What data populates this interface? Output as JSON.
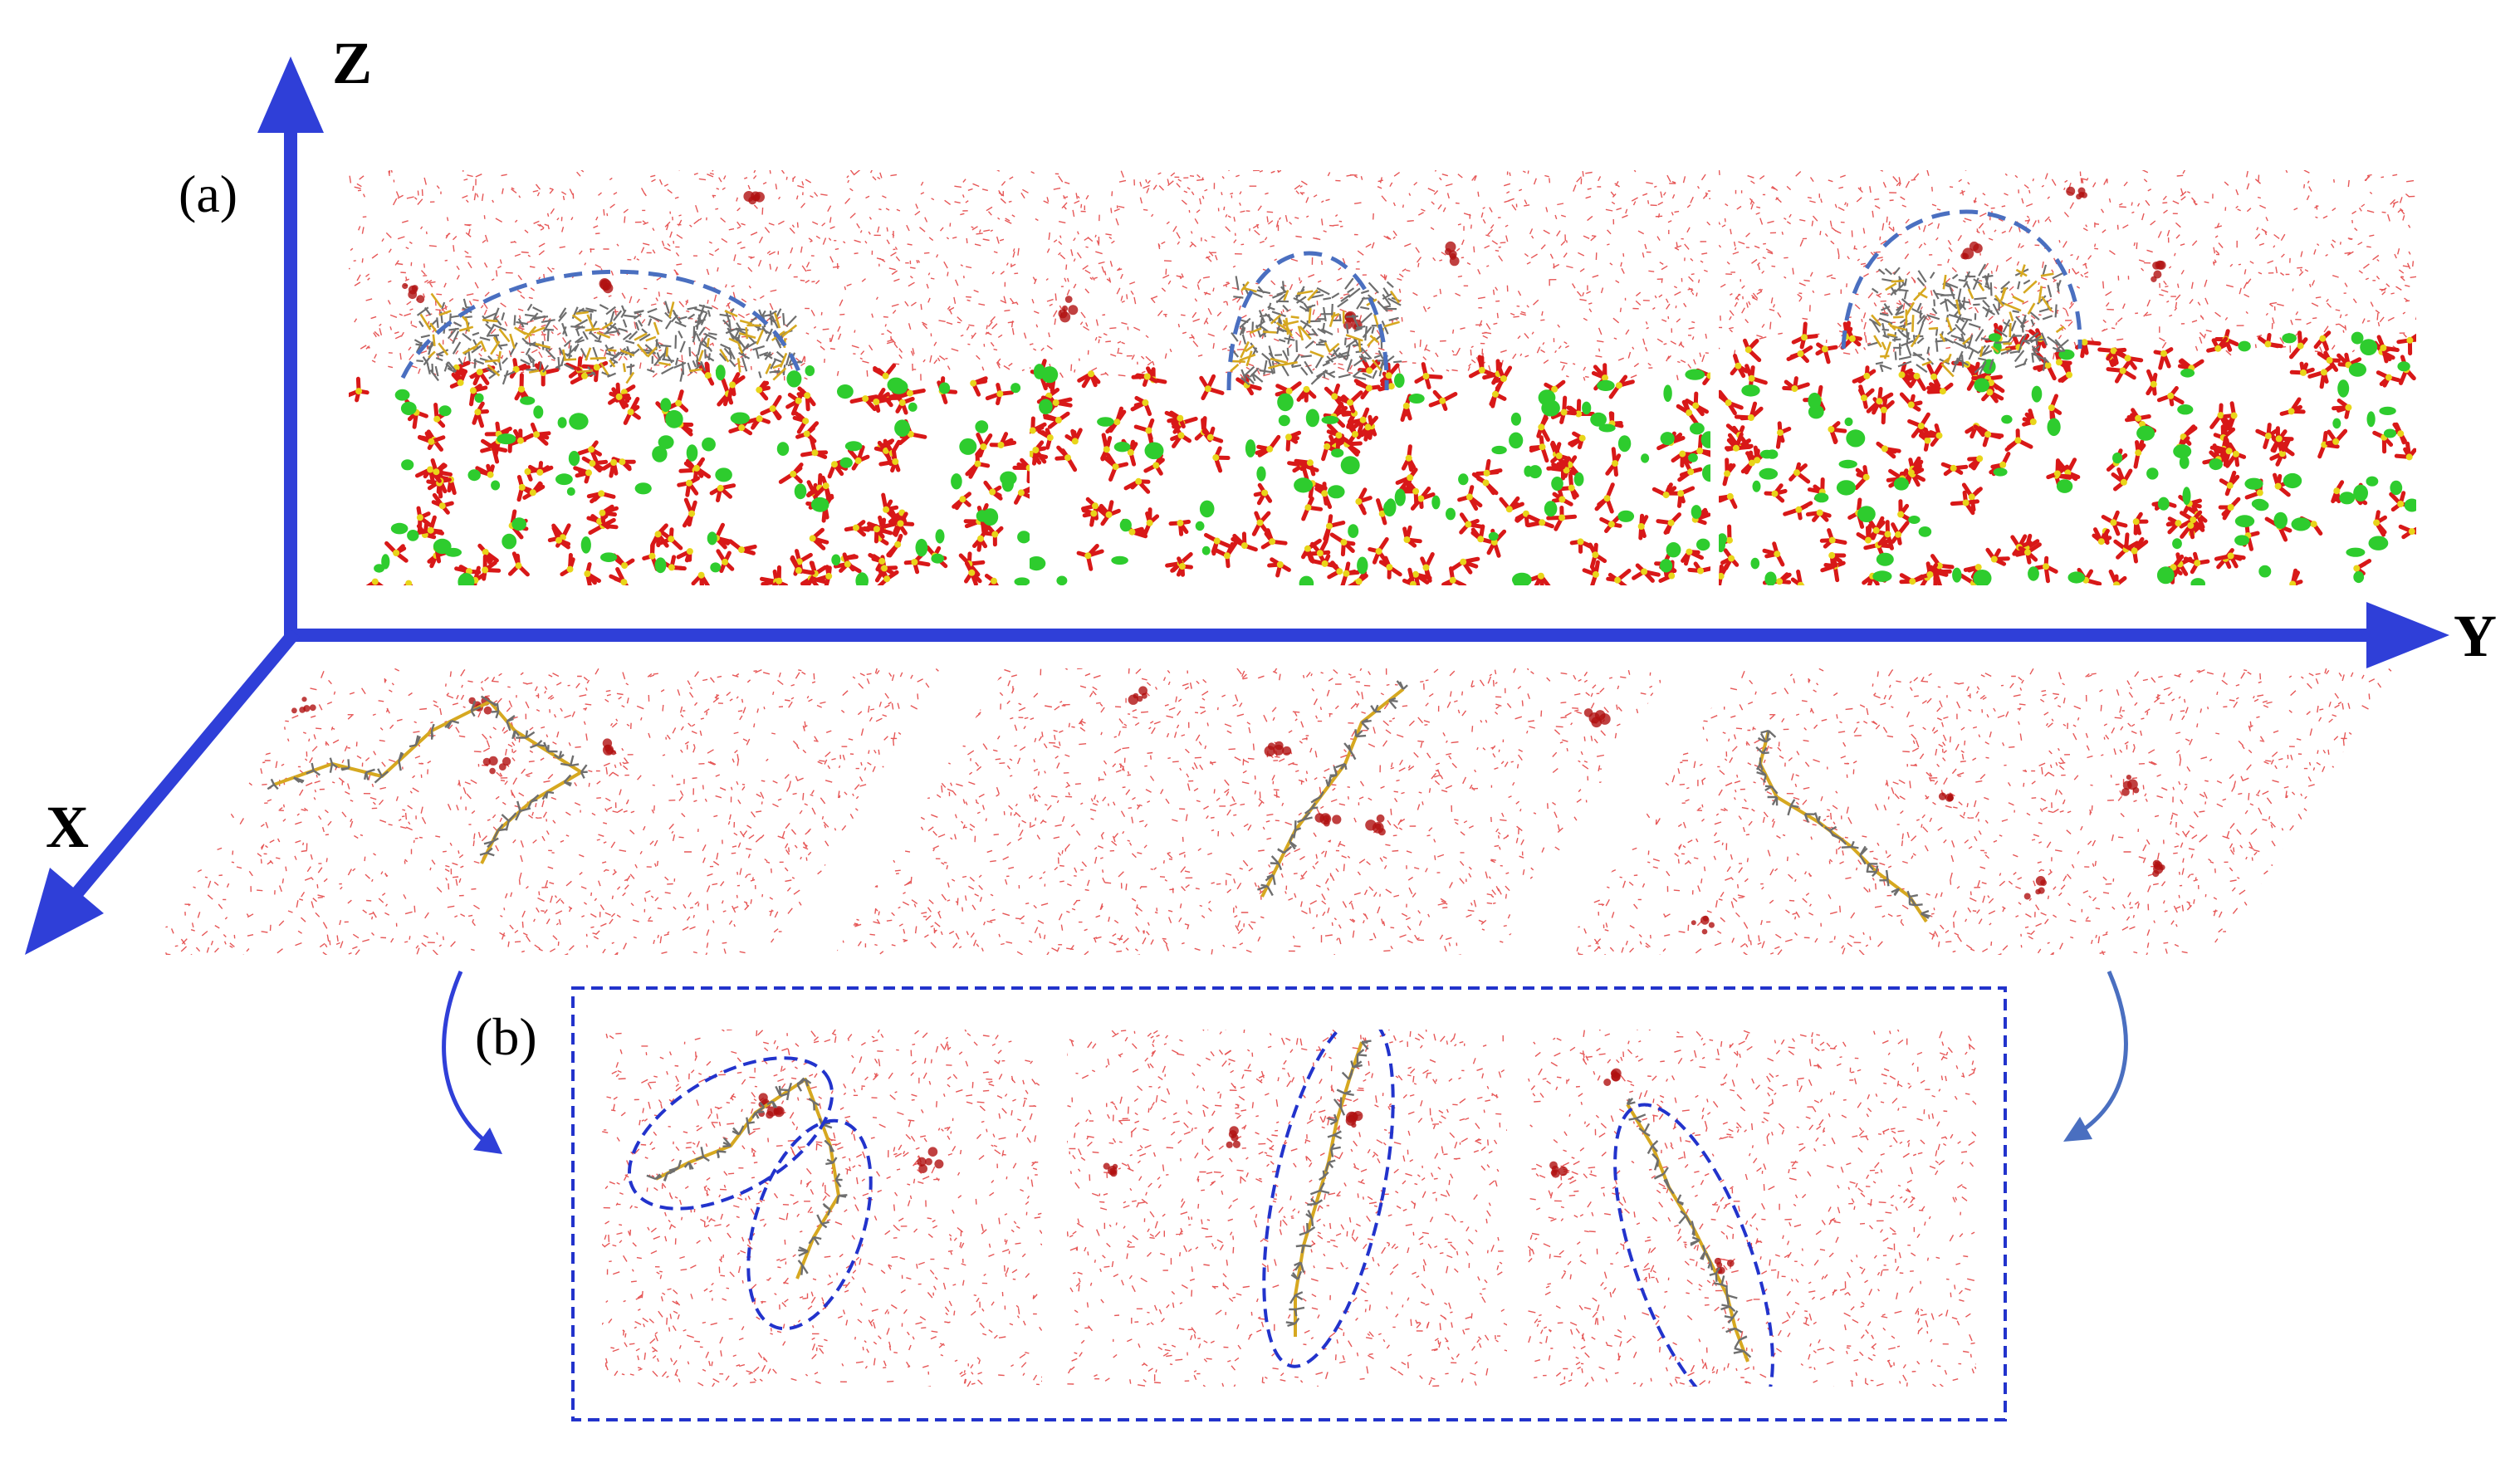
{
  "axes": {
    "z_label": "Z",
    "y_label": "Y",
    "x_label": "X",
    "color": "#2f3fd8"
  },
  "panel_labels": {
    "a": "(a)",
    "b": "(b)"
  },
  "colors": {
    "water": "#e23a3a",
    "ion": "#b01010",
    "sulfur": "#e8d51a",
    "oxygen": "#d81818",
    "calcium": "#2ecc2e",
    "chain_carbon": "#6e6e6e",
    "chain_backbone": "#d6a820",
    "highlight_dash": "#4a6fc0",
    "box_dash": "#2233cc"
  },
  "icons": {
    "z_axis": "arrow-up-icon",
    "y_axis": "arrow-right-icon",
    "x_axis": "arrow-down-left-icon",
    "curve_left": "curved-arrow-icon",
    "curve_right": "curved-arrow-icon"
  }
}
